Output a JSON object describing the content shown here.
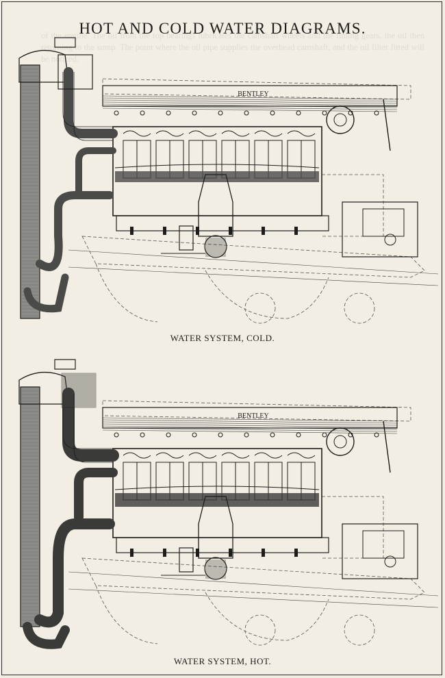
{
  "page": {
    "title": "HOT AND COLD WATER DIAGRAMS.",
    "bleed_through": "of the engine. The oil from the top bearings lubricates the camshaft wheels and the timing gears, the oil then returning to the sump. The point where the oil pipe supplies the overhead camshaft, and the oil filter fitted will be noticed."
  },
  "diagrams": [
    {
      "caption": "WATER SYSTEM, COLD.",
      "engine_label": "BENTLEY",
      "state": "cold"
    },
    {
      "caption": "WATER SYSTEM, HOT.",
      "engine_label": "BENTLEY",
      "state": "hot"
    }
  ],
  "colors": {
    "paper": "#f2eee3",
    "ink": "#1d1d1b",
    "water_cold": "#4a4a48",
    "water_hot": "#3a3a38",
    "radiator_core": "#8c8c88"
  }
}
